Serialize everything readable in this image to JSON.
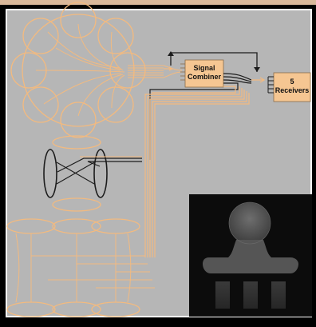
{
  "figure": {
    "blocks": {
      "signal_combiner": {
        "line1": "Signal",
        "line2": "Combiner"
      },
      "receivers": {
        "line1": "5",
        "line2": "Receivers"
      }
    },
    "inset": {
      "kind": "grayscale MR image of a phantom"
    },
    "colors": {
      "page_background": "#000000",
      "panel_background": "#b6b6b6",
      "panel_border": "#ffffff",
      "coil_wire": "#f2ba80",
      "combiner_fill": "#f5c692",
      "receivers_fill": "#f5c692",
      "dark_wire": "#1c1c1c",
      "inset_background": "#0c0c0c"
    }
  }
}
